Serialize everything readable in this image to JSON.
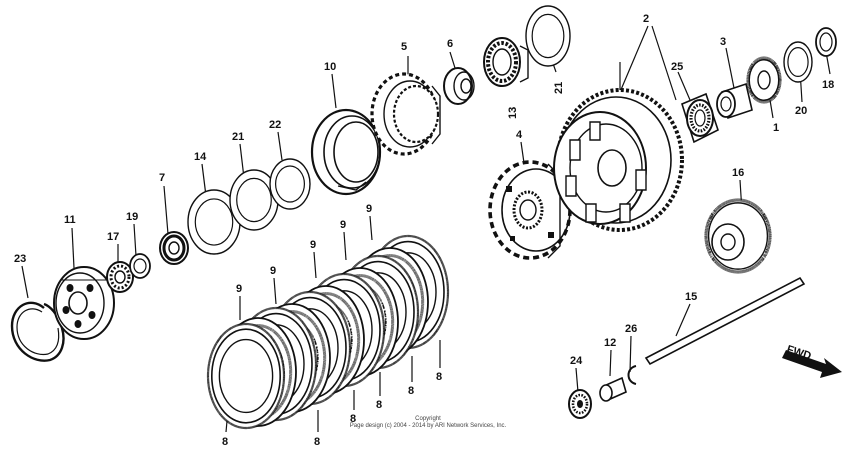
{
  "diagram": {
    "callouts": {
      "p1": "1",
      "p2": "2",
      "p3": "3",
      "p4": "4",
      "p5": "5",
      "p6": "6",
      "p7": "7",
      "p8": "8",
      "p9": "9",
      "p10": "10",
      "p11": "11",
      "p12": "12",
      "p13": "13",
      "p14": "14",
      "p15": "15",
      "p16": "16",
      "p17": "17",
      "p18": "18",
      "p19": "19",
      "p20": "20",
      "p21": "21",
      "p22": "22",
      "p23": "23",
      "p24": "24",
      "p25": "25",
      "p26": "26"
    },
    "direction_label": "FWD",
    "copyright_line1": "Copyright",
    "copyright_line2": "Page design (c) 2004 - 2014 by ARI Network Services, Inc."
  }
}
